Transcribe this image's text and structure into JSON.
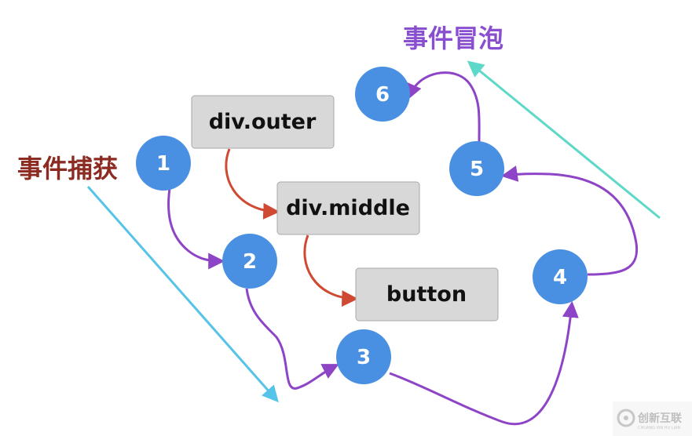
{
  "labels": {
    "capture": "事件捕获",
    "bubble": "事件冒泡"
  },
  "boxes": [
    {
      "id": "outer",
      "label": "div.outer"
    },
    {
      "id": "middle",
      "label": "div.middle"
    },
    {
      "id": "button",
      "label": "button"
    }
  ],
  "steps": [
    "1",
    "2",
    "3",
    "4",
    "5",
    "6"
  ],
  "watermark": {
    "text": "创新互联",
    "sub": "CHUANG XIN HU LIAN"
  },
  "colors": {
    "capture_text": "#8b2b22",
    "bubble_text": "#8a4fd0",
    "circle": "#4a90e2",
    "box_fill": "#d8d8d8",
    "box_stroke": "#a9a9a9",
    "path_purple": "#8e44c6",
    "path_red": "#d04a33",
    "capture_arrow": "#56c3e8",
    "bubble_arrow": "#5ed8c8"
  }
}
